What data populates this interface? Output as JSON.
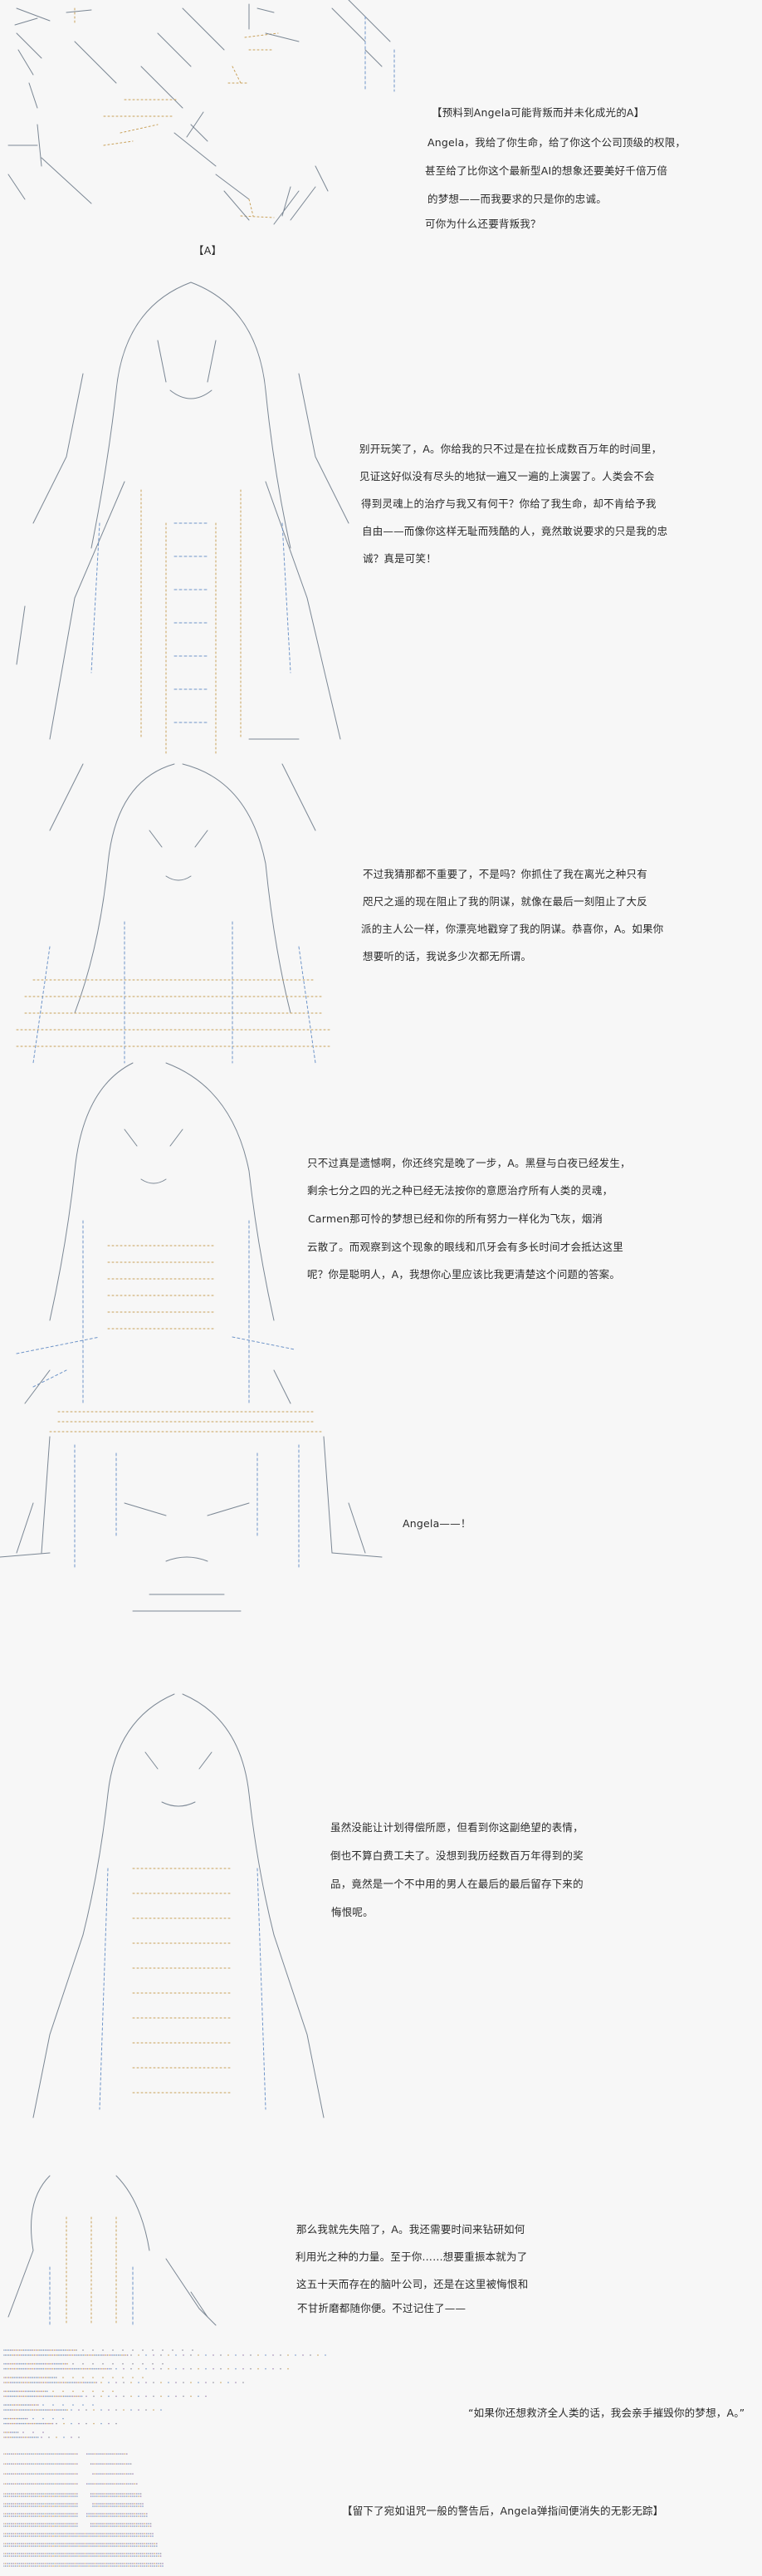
{
  "panel1": {
    "caption": "【A】",
    "narration": "【预料到Angela可能背叛而并未化成光的A】",
    "lines": [
      "Angela，我给了你生命，给了你这个公司顶级的权限，",
      "甚至给了比你这个最新型AI的想象还要美好千倍万倍",
      "的梦想——而我要求的只是你的忠诚。",
      "可你为什么还要背叛我？"
    ]
  },
  "panel2": {
    "lines": [
      "别开玩笑了，A。你给我的只不过是在拉长成数百万年的时间里，",
      "见证这好似没有尽头的地狱一遍又一遍的上演罢了。人类会不会",
      "得到灵魂上的治疗与我又有何干？你给了我生命，却不肯给予我",
      "自由——而像你这样无耻而残酷的人，竟然敢说要求的只是我的忠",
      "诚？真是可笑！"
    ]
  },
  "panel3": {
    "lines": [
      "不过我猜那都不重要了，不是吗？你抓住了我在离光之种只有",
      "咫尺之遥的现在阻止了我的阴谋，就像在最后一刻阻止了大反",
      "派的主人公一样，你漂亮地戳穿了我的阴谋。恭喜你，A。如果你",
      "想要听的话，我说多少次都无所谓。"
    ]
  },
  "panel4": {
    "lines": [
      "只不过真是遗憾啊，你还终究是晚了一步，A。黑昼与白夜已经发生，",
      "剩余七分之四的光之种已经无法按你的意愿治疗所有人类的灵魂，",
      "Carmen那可怜的梦想已经和你的所有努力一样化为飞灰，烟消",
      "云散了。而观察到这个现象的眼线和爪牙会有多长时间才会抵达这里",
      "呢？你是聪明人，A，我想你心里应该比我更清楚这个问题的答案。"
    ]
  },
  "panel5": {
    "shout": "Angela——！"
  },
  "panel6": {
    "lines": [
      "虽然没能让计划得偿所愿，但看到你这副绝望的表情，",
      "倒也不算白费工夫了。没想到我历经数百万年得到的奖",
      "品，竟然是一个不中用的男人在最后的最后留存下来的",
      "悔恨呢。"
    ]
  },
  "panel7": {
    "lines": [
      "那么我就先失陪了，A。我还需要时间来钻研如何",
      "利用光之种的力量。至于你……想要重振本就为了",
      "这五十天而存在的脑叶公司，还是在这里被悔恨和",
      "不甘折磨都随你便。不过记住了——"
    ]
  },
  "panel8": {
    "quote": "“如果你还想救济全人类的话，我会亲手摧毁你的梦想，A。”"
  },
  "panel9": {
    "narration": "【留下了宛如诅咒一般的警告后，Angela弹指间便消失的无影无踪】"
  }
}
